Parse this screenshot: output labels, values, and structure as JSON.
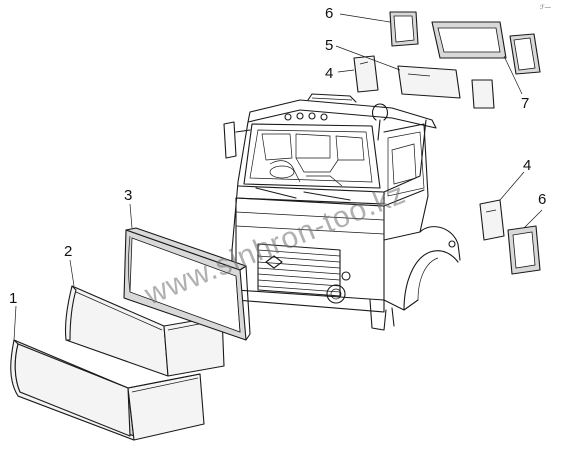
{
  "labels": {
    "left_1": "1",
    "left_2": "2",
    "left_3": "3",
    "top_6": "6",
    "top_5": "5",
    "top_4": "4",
    "right_7": "7",
    "right_4": "4",
    "right_6": "6"
  },
  "corner_mark": "ℱ—",
  "watermark": "www.sinhron-too.kz"
}
